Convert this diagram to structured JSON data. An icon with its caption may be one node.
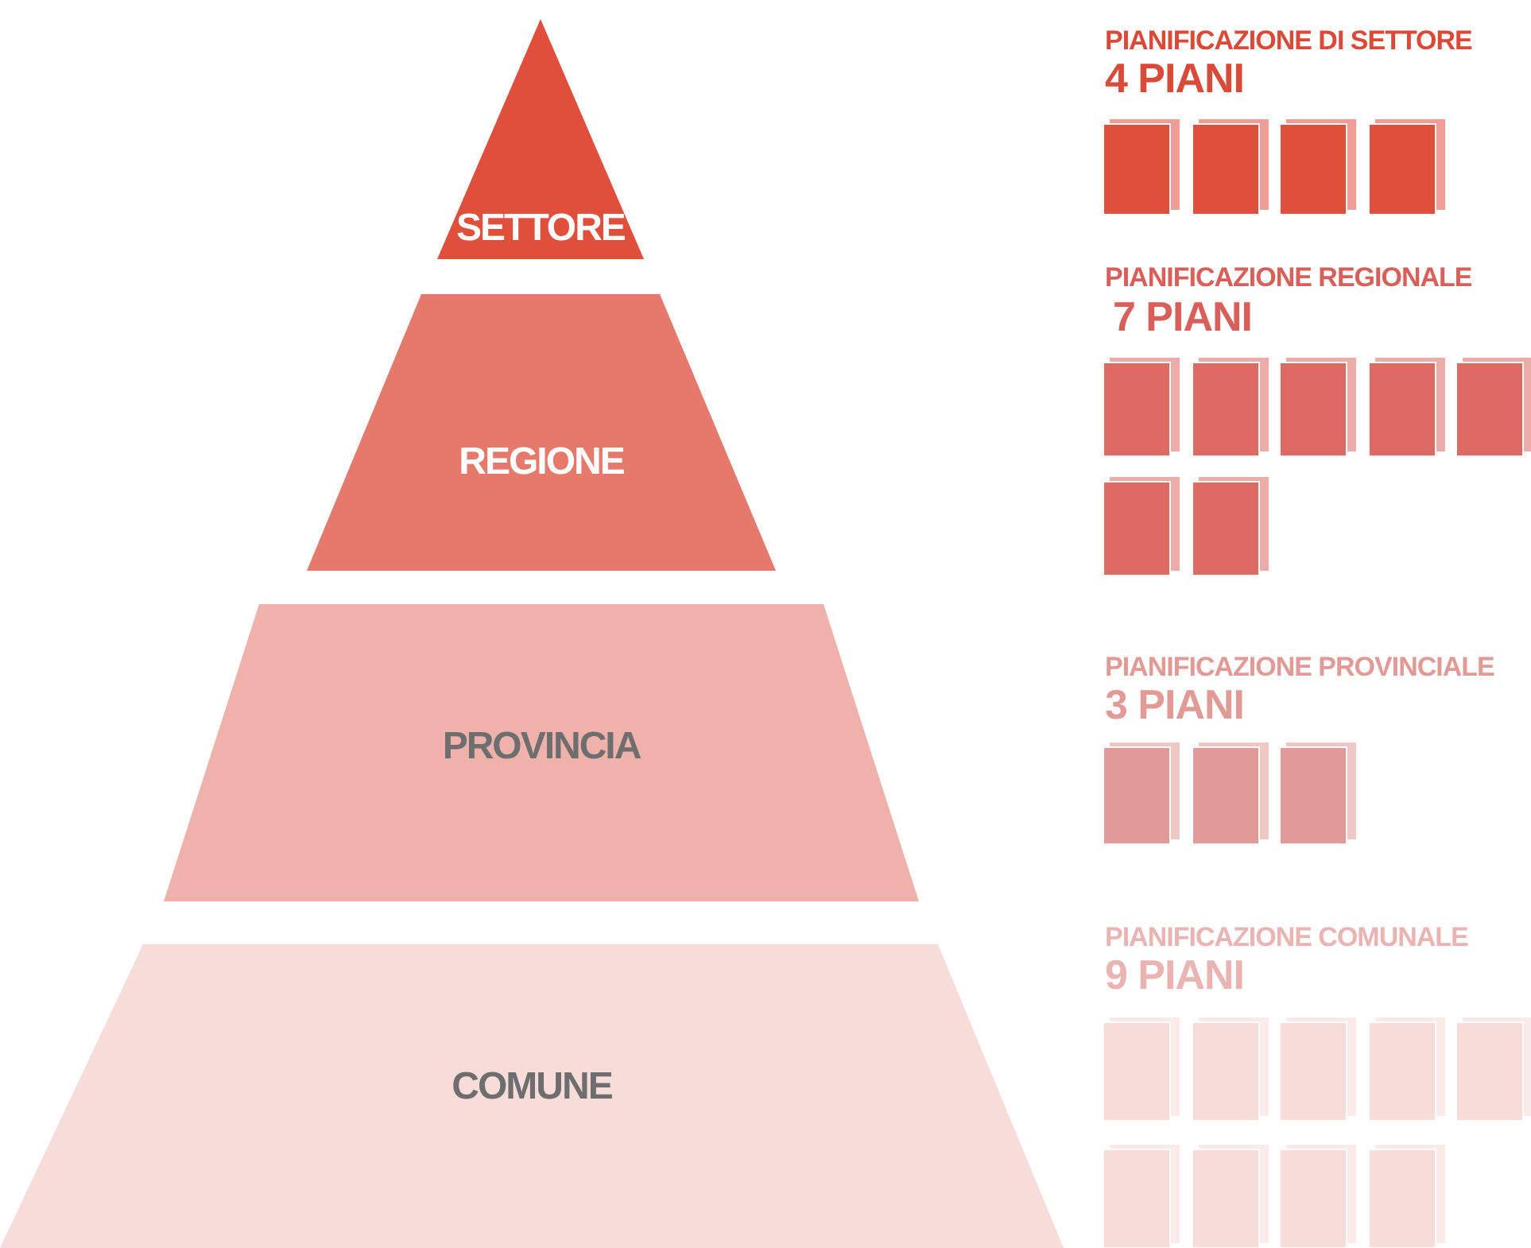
{
  "diagram": {
    "nodes": [
      {
        "text": [
          "SETTORE"
        ]
      },
      {
        "text": [
          "REGIONE"
        ]
      },
      {
        "text": [
          "PROVINCIA"
        ]
      },
      {
        "text": [
          "COMUNE"
        ]
      }
    ],
    "labels": [
      "PIANIFICAZIONE DI SETTORE",
      "4 PIANI",
      "PIANIFICAZIONE REGIONALE",
      "7 PIANI",
      "PIANIFICAZIONE PROVINCIALE",
      "3 PIANI",
      "PIANIFICAZIONE COMUNALE",
      "9 PIANI"
    ]
  }
}
